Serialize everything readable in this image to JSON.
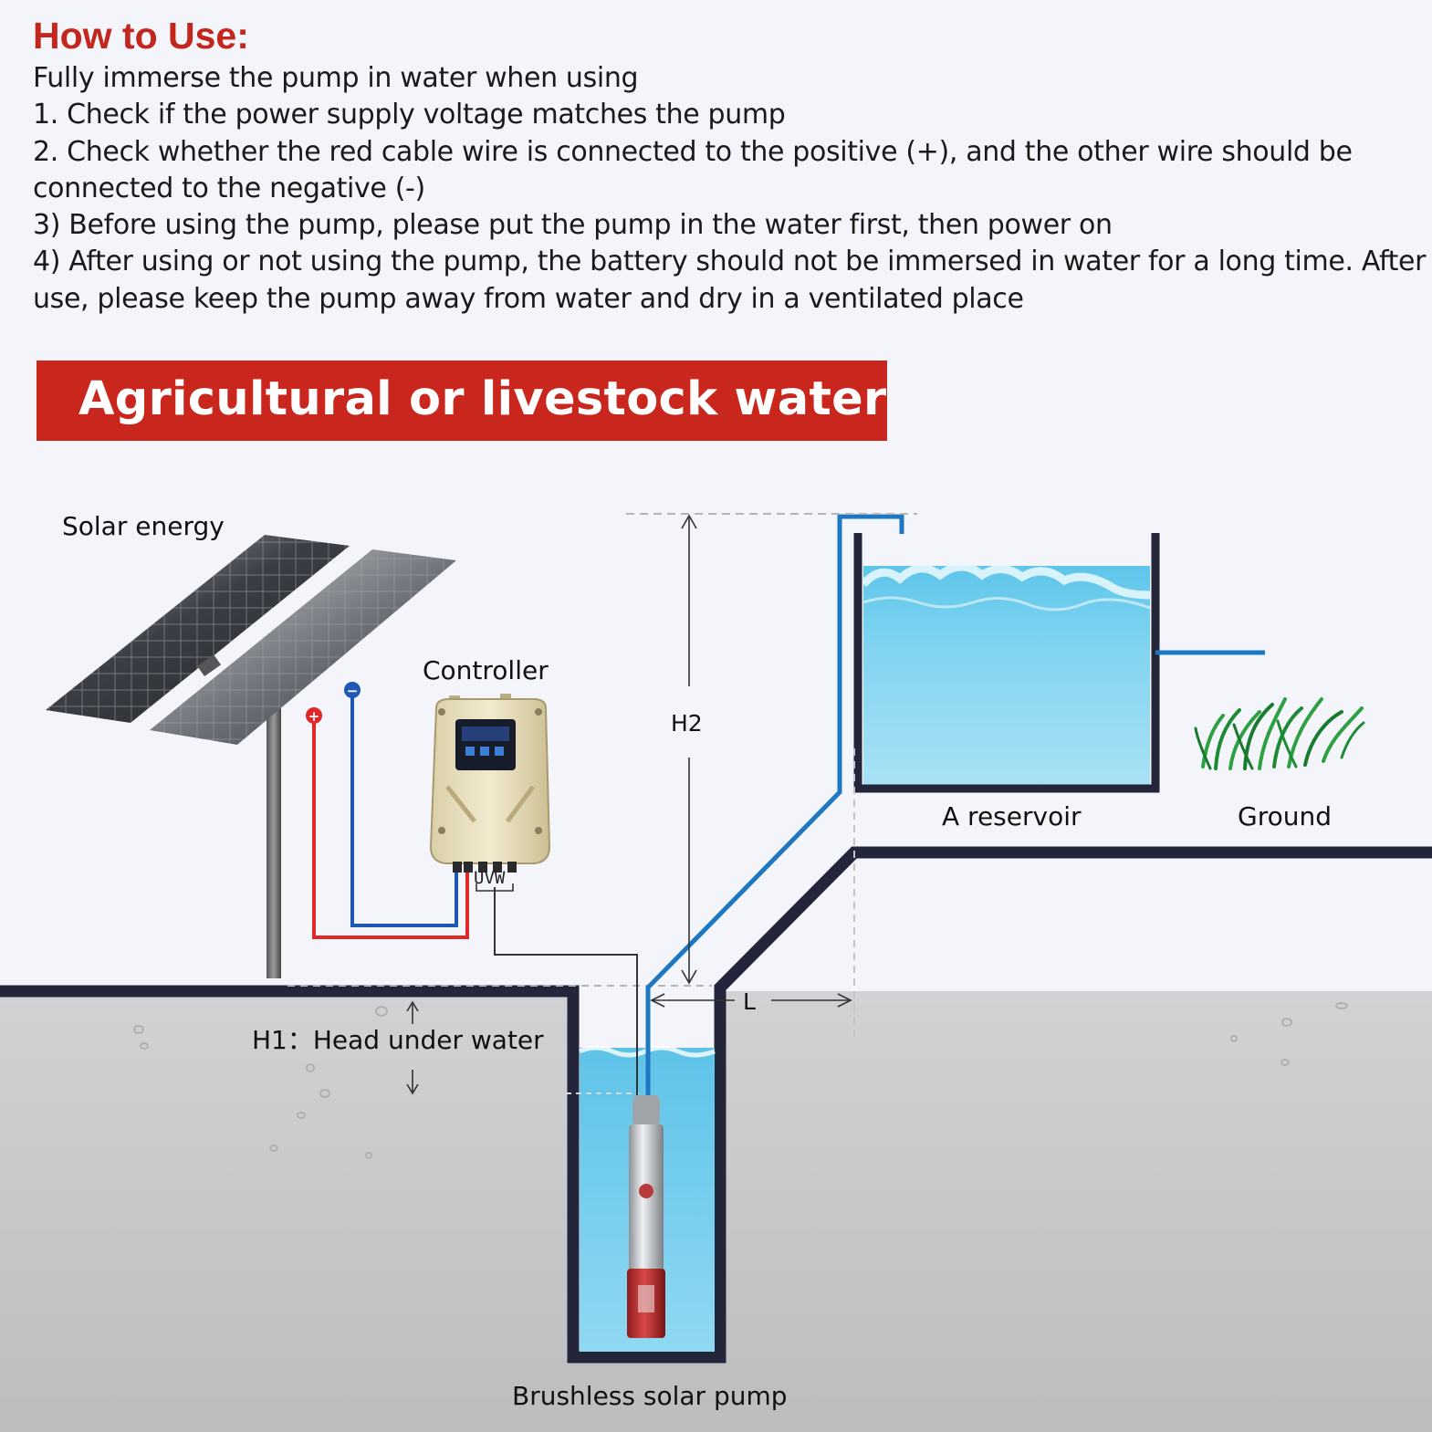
{
  "instructions": {
    "title": "How to Use:",
    "lines": [
      "Fully immerse the pump in water when using",
      "1. Check if the power supply voltage matches the pump",
      "2. Check whether the red cable wire is connected to the positive (+), and the other wire should be",
      "connected to the negative (-)",
      "3) Before using the pump, please put the pump in the water first, then power on",
      "4) After using or not using the pump, the battery should not be immersed in water for a long time. After",
      "use, please keep the pump away from water and dry in a ventilated place"
    ]
  },
  "banner": {
    "text": "Agricultural or livestock water",
    "color": "#c9271e"
  },
  "diagram": {
    "solar_label": "Solar energy",
    "controller_label": "Controller",
    "controller_terminals": "UVW",
    "h2_label": "H2",
    "reservoir_label": "A reservoir",
    "ground_label": "Ground",
    "l_label": "L",
    "h1_label": "H1：Head under water",
    "pump_label": "Brushless solar pump",
    "positive_symbol": "+",
    "negative_symbol": "−"
  },
  "colors": {
    "title_red": "#c4261d",
    "pipe_blue": "#1d78c1",
    "wire_red": "#e02828",
    "wire_blue": "#1f57b5",
    "wall_navy": "#23263a",
    "water": "#79d3ee",
    "ground_gray": "#c7c7c9"
  }
}
